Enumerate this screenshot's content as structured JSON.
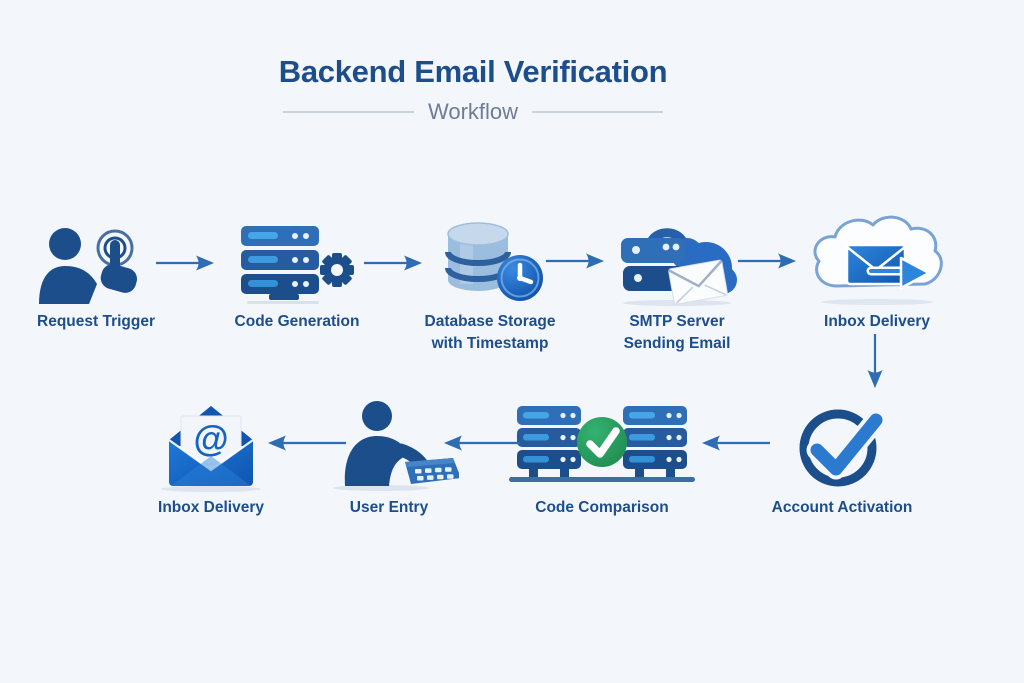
{
  "title": {
    "main": "Backend Email Verification",
    "subtitle": "Workflow"
  },
  "flow": {
    "top_row": [
      {
        "id": "request-trigger",
        "label": "Request Trigger",
        "icon": "user-tap-icon"
      },
      {
        "id": "code-generation",
        "label": "Code Generation",
        "icon": "server-gear-icon"
      },
      {
        "id": "database-storage",
        "label": "Database Storage",
        "label2": "with Timestamp",
        "icon": "database-clock-icon"
      },
      {
        "id": "smtp-server",
        "label": "SMTP Server",
        "label2": "Sending Email",
        "icon": "server-cloud-mail-icon"
      },
      {
        "id": "inbox-delivery-top",
        "label": "Inbox Delivery",
        "icon": "cloud-mail-arrow-icon"
      }
    ],
    "bottom_row": [
      {
        "id": "account-activation",
        "label": "Account Activation",
        "icon": "check-circle-icon"
      },
      {
        "id": "code-comparison",
        "label": "Code Comparison",
        "icon": "server-compare-check-icon"
      },
      {
        "id": "user-entry",
        "label": "User Entry",
        "icon": "user-typing-icon"
      },
      {
        "id": "inbox-delivery-bottom",
        "label": "Inbox Delivery",
        "icon": "open-envelope-at-icon"
      }
    ]
  },
  "icons": {
    "at_symbol": "@"
  },
  "colors": {
    "background": "#f3f6fa",
    "title_text": "#1d4e8c",
    "subtitle_text": "#6e7d95",
    "label_text": "#1d4e8c",
    "arrow": "#2e6db4",
    "divider": "#c9d3e0",
    "icon_navy": "#1d4e8c",
    "icon_blue": "#2f6fb8",
    "icon_light_blue": "#45a7e8",
    "icon_sky": "#9cbede",
    "clock_badge_blue": "#1565c0",
    "check_green": "#28a060",
    "check_blue": "#2b7ad0"
  }
}
